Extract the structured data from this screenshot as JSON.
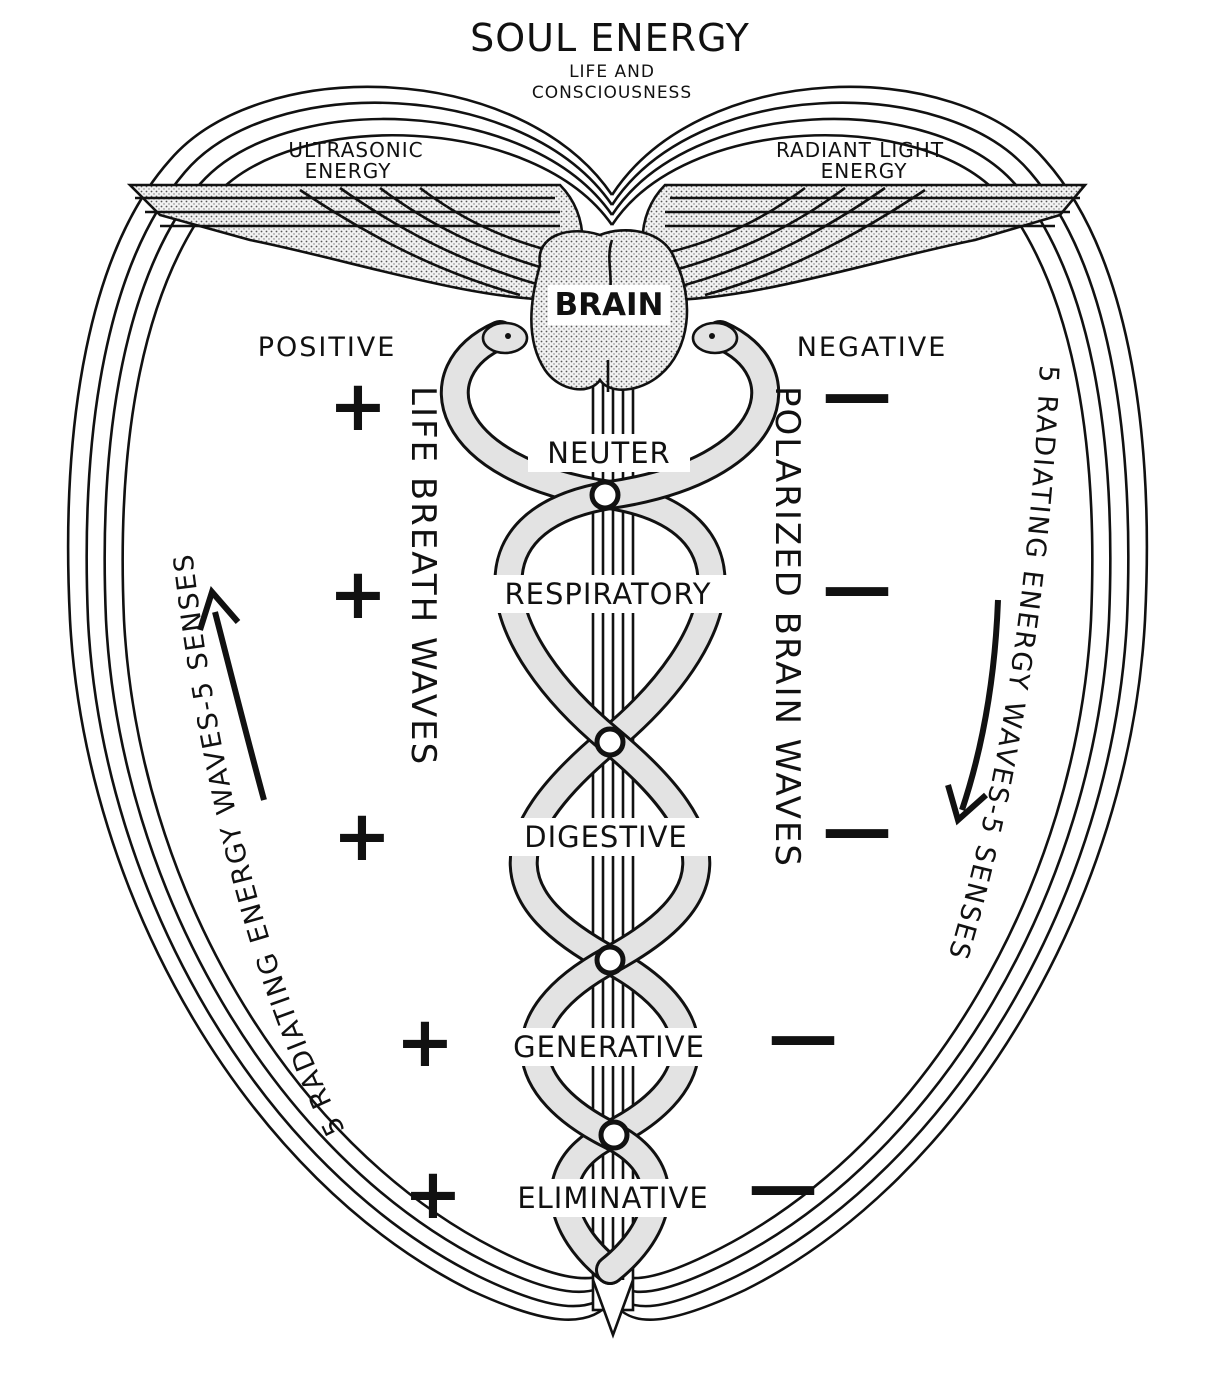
{
  "header": {
    "title": "SOUL ENERGY",
    "subtitle_line1": "LIFE AND",
    "subtitle_line2": "CONSCIOUSNESS"
  },
  "wings": {
    "left_line1": "ULTRASONIC",
    "left_line2": "ENERGY",
    "right_line1": "RADIANT LIGHT",
    "right_line2": "ENERGY"
  },
  "brain": {
    "label": "BRAIN"
  },
  "polarity": {
    "positive_label": "POSITIVE",
    "negative_label": "NEGATIVE",
    "plus_sign": "+",
    "minus_sign": "—"
  },
  "vertical_labels": {
    "left_inner": "LIFE BREATH WAVES",
    "right_inner": "POLARIZED BRAIN WAVES",
    "left_outer": "5 RADIATING ENERGY WAVES-5 SENSES",
    "right_outer": "5 RADIATING ENERGY WAVES-5 SENSES"
  },
  "organs": [
    {
      "label": "NEUTER"
    },
    {
      "label": "RESPIRATORY"
    },
    {
      "label": "DIGESTIVE"
    },
    {
      "label": "GENERATIVE"
    },
    {
      "label": "ELIMINATIVE"
    }
  ],
  "colors": {
    "ink": "#111111",
    "paper": "#ffffff",
    "stipple": "#d9d9d9"
  }
}
